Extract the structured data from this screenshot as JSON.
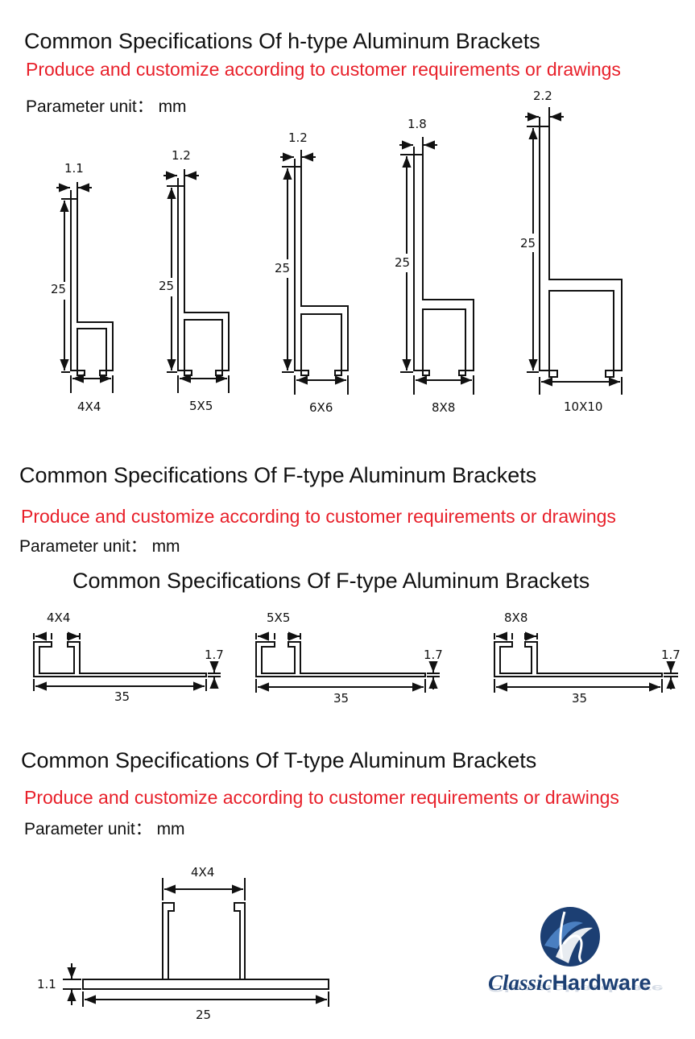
{
  "h_section": {
    "title": "Common Specifications Of h-type Aluminum Brackets",
    "subtitle": "Produce and customize according to customer requirements or drawings",
    "unit": "Parameter unit： mm",
    "items": [
      {
        "size": "4X4",
        "thickness": "1.1",
        "height": "25"
      },
      {
        "size": "5X5",
        "thickness": "1.2",
        "height": "25"
      },
      {
        "size": "6X6",
        "thickness": "1.2",
        "height": "25"
      },
      {
        "size": "8X8",
        "thickness": "1.8",
        "height": "25"
      },
      {
        "size": "10X10",
        "thickness": "2.2",
        "height": "25"
      }
    ]
  },
  "f_section": {
    "title": "Common Specifications Of F-type Aluminum Brackets",
    "subtitle": "Produce and customize according to customer requirements or drawings",
    "unit": "Parameter unit： mm",
    "title2": "Common Specifications Of F-type Aluminum Brackets",
    "items": [
      {
        "size": "4X4",
        "thickness": "1.7",
        "length": "35"
      },
      {
        "size": "5X5",
        "thickness": "1.7",
        "length": "35"
      },
      {
        "size": "8X8",
        "thickness": "1.7",
        "length": "35"
      }
    ]
  },
  "t_section": {
    "title": "Common Specifications Of T-type Aluminum Brackets",
    "subtitle": "Produce and customize according to customer requirements or drawings",
    "unit": "Parameter unit： mm",
    "item": {
      "size": "4X4",
      "thickness": "1.1",
      "length": "25"
    }
  },
  "logo": {
    "brand_script": "Classic",
    "brand_main": "Hardware",
    "colors": {
      "navy": "#1c3f73",
      "light_blue": "#4a7fc1"
    }
  },
  "colors": {
    "accent_red": "#e8202a",
    "line": "#111111"
  }
}
